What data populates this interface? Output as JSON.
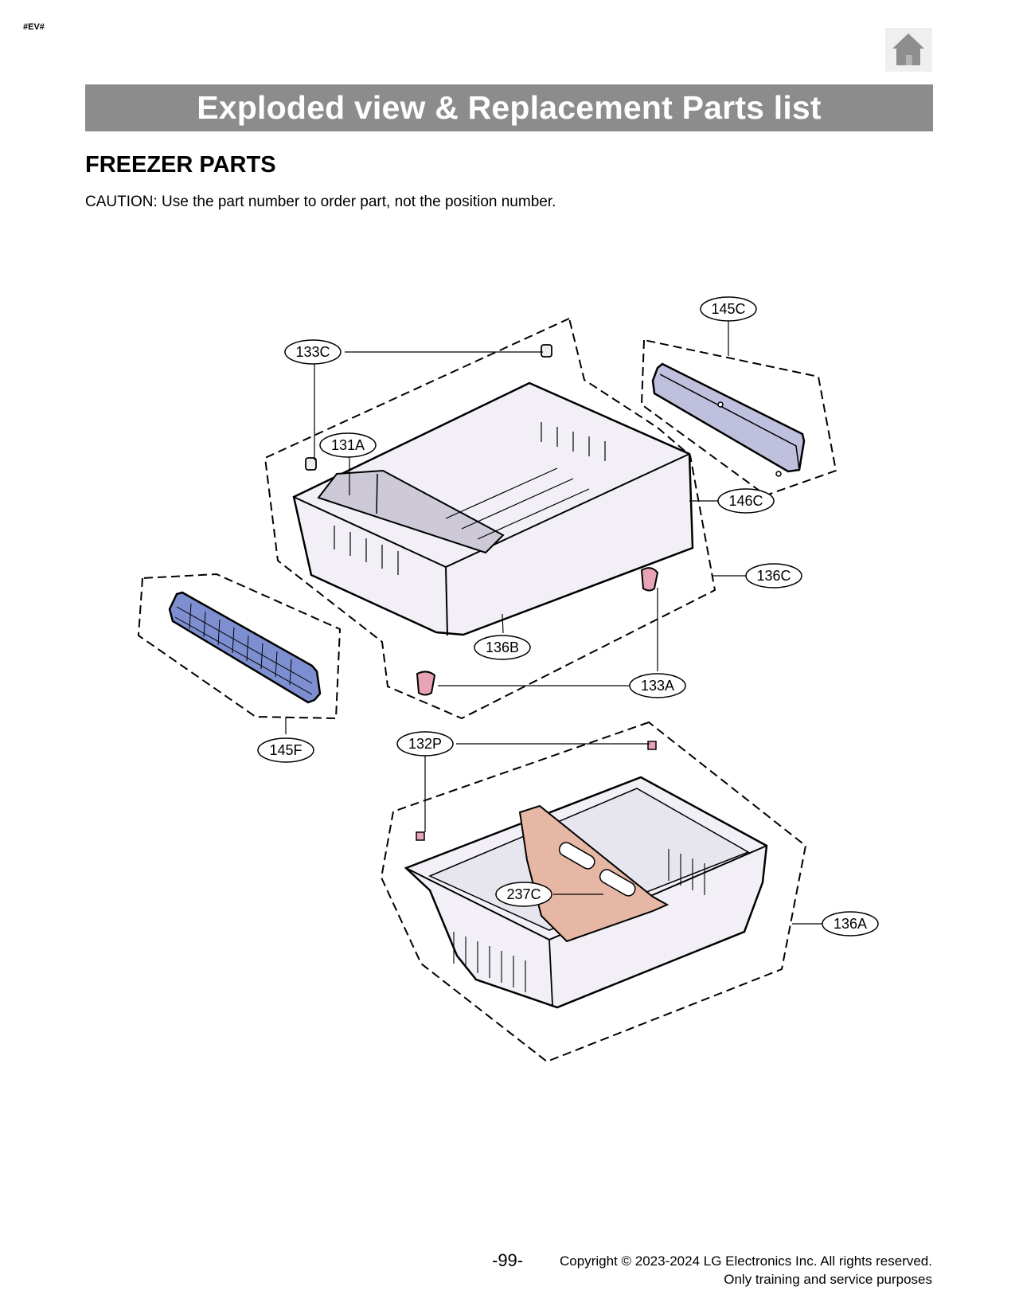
{
  "header": {
    "tag": "#EV#",
    "home_icon": "home-icon",
    "title": "Exploded view & Replacement Parts list"
  },
  "section": {
    "heading": "FREEZER PARTS",
    "caution": "CAUTION: Use the part number to order part, not the position number."
  },
  "callouts": {
    "c145C": "145C",
    "c133C": "133C",
    "c131A": "131A",
    "c146C": "146C",
    "c136C": "136C",
    "c136B": "136B",
    "c133A": "133A",
    "c145F": "145F",
    "c132P": "132P",
    "c237C": "237C",
    "c136A": "136A"
  },
  "colors": {
    "title_bar": "#8c8c8c",
    "rail_right": "#bfc0dd",
    "rail_left": "#7d8fd0",
    "stopper": "#e8a3b6",
    "divider": "#e5b7a4",
    "bin": "#f2f0f6"
  },
  "footer": {
    "page_number": "-99-",
    "copyright": "Copyright © 2023-2024 LG Electronics Inc. All rights reserved.",
    "purpose": "Only training and service purposes"
  }
}
